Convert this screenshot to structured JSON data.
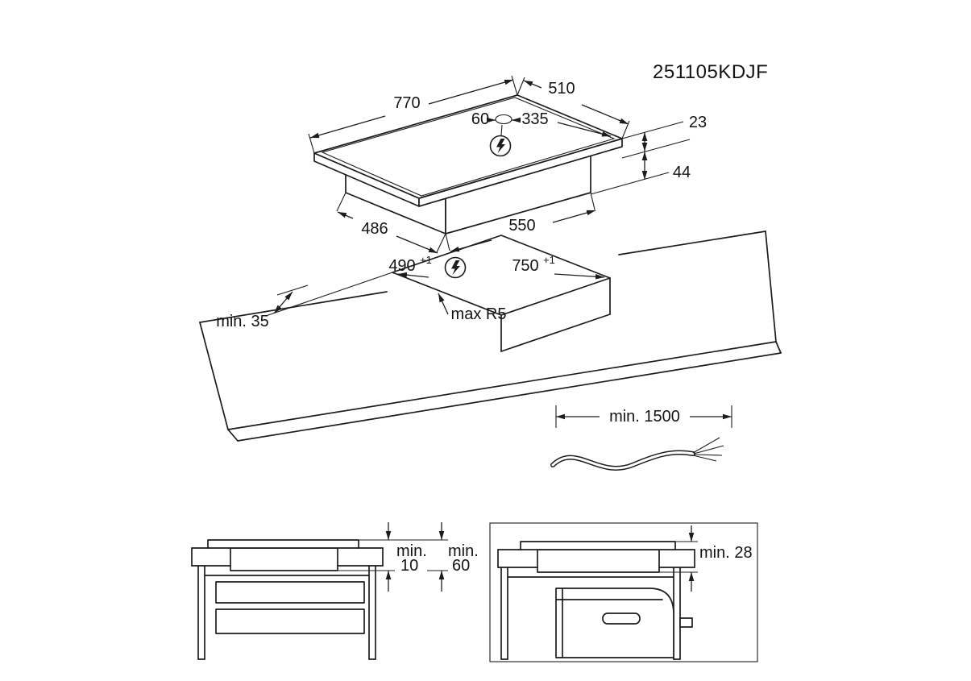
{
  "model_number": "251105KDJF",
  "iso": {
    "width": "770",
    "depth": "510",
    "cable_a": "60",
    "cable_b": "335",
    "height_above": "23",
    "height_below": "44",
    "box_depth": "486",
    "box_width": "550"
  },
  "cutout": {
    "depth": "490",
    "depth_tol": "+1",
    "width": "750",
    "width_tol": "+1",
    "radius": "max R5",
    "front_clearance": "min. 35"
  },
  "cable": {
    "length": "min. 1500"
  },
  "drawer": {
    "p1": "min.",
    "v1": "10",
    "p2": "min.",
    "v2": "60"
  },
  "oven": {
    "clearance": "min. 28"
  }
}
